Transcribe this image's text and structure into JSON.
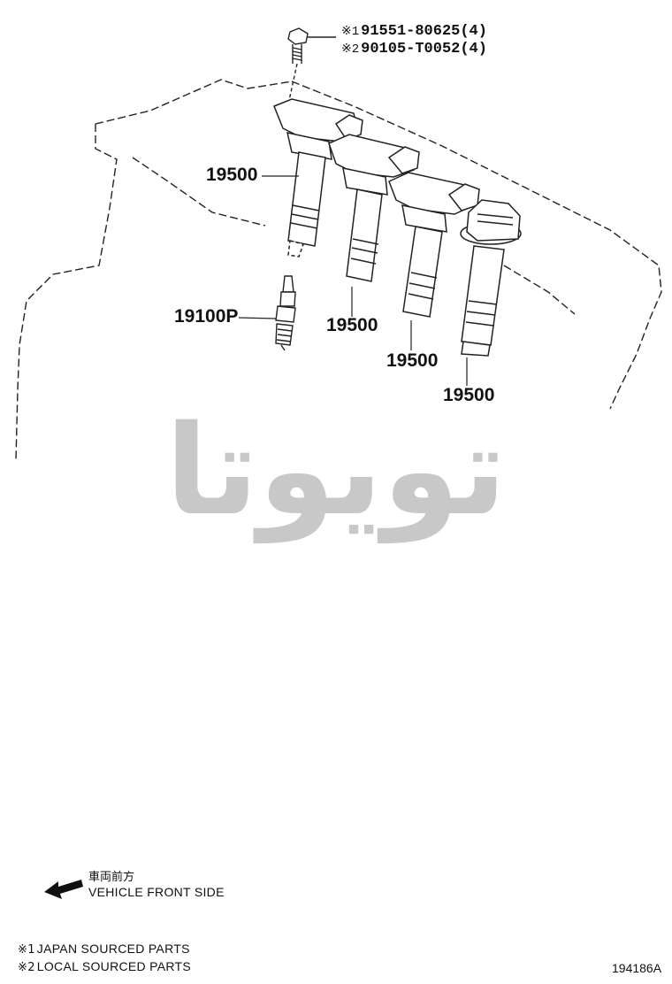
{
  "fasteners": [
    {
      "mark": "※1",
      "part_no": "91551-80625(4)"
    },
    {
      "mark": "※2",
      "part_no": "90105-T0052(4)"
    }
  ],
  "callouts": {
    "coil_1": "19500",
    "coil_2": "19500",
    "coil_3": "19500",
    "coil_4": "19500",
    "spark_plug": "19100P"
  },
  "direction": {
    "label_jp": "車両前方",
    "label_en": "VEHICLE FRONT SIDE"
  },
  "legend": [
    {
      "mark": "※1",
      "text": "JAPAN SOURCED PARTS"
    },
    {
      "mark": "※2",
      "text": "LOCAL SOURCED PARTS"
    }
  ],
  "watermark": {
    "text": "تویوتا",
    "color": "#c8c8c8"
  },
  "figure_id": "194186A"
}
